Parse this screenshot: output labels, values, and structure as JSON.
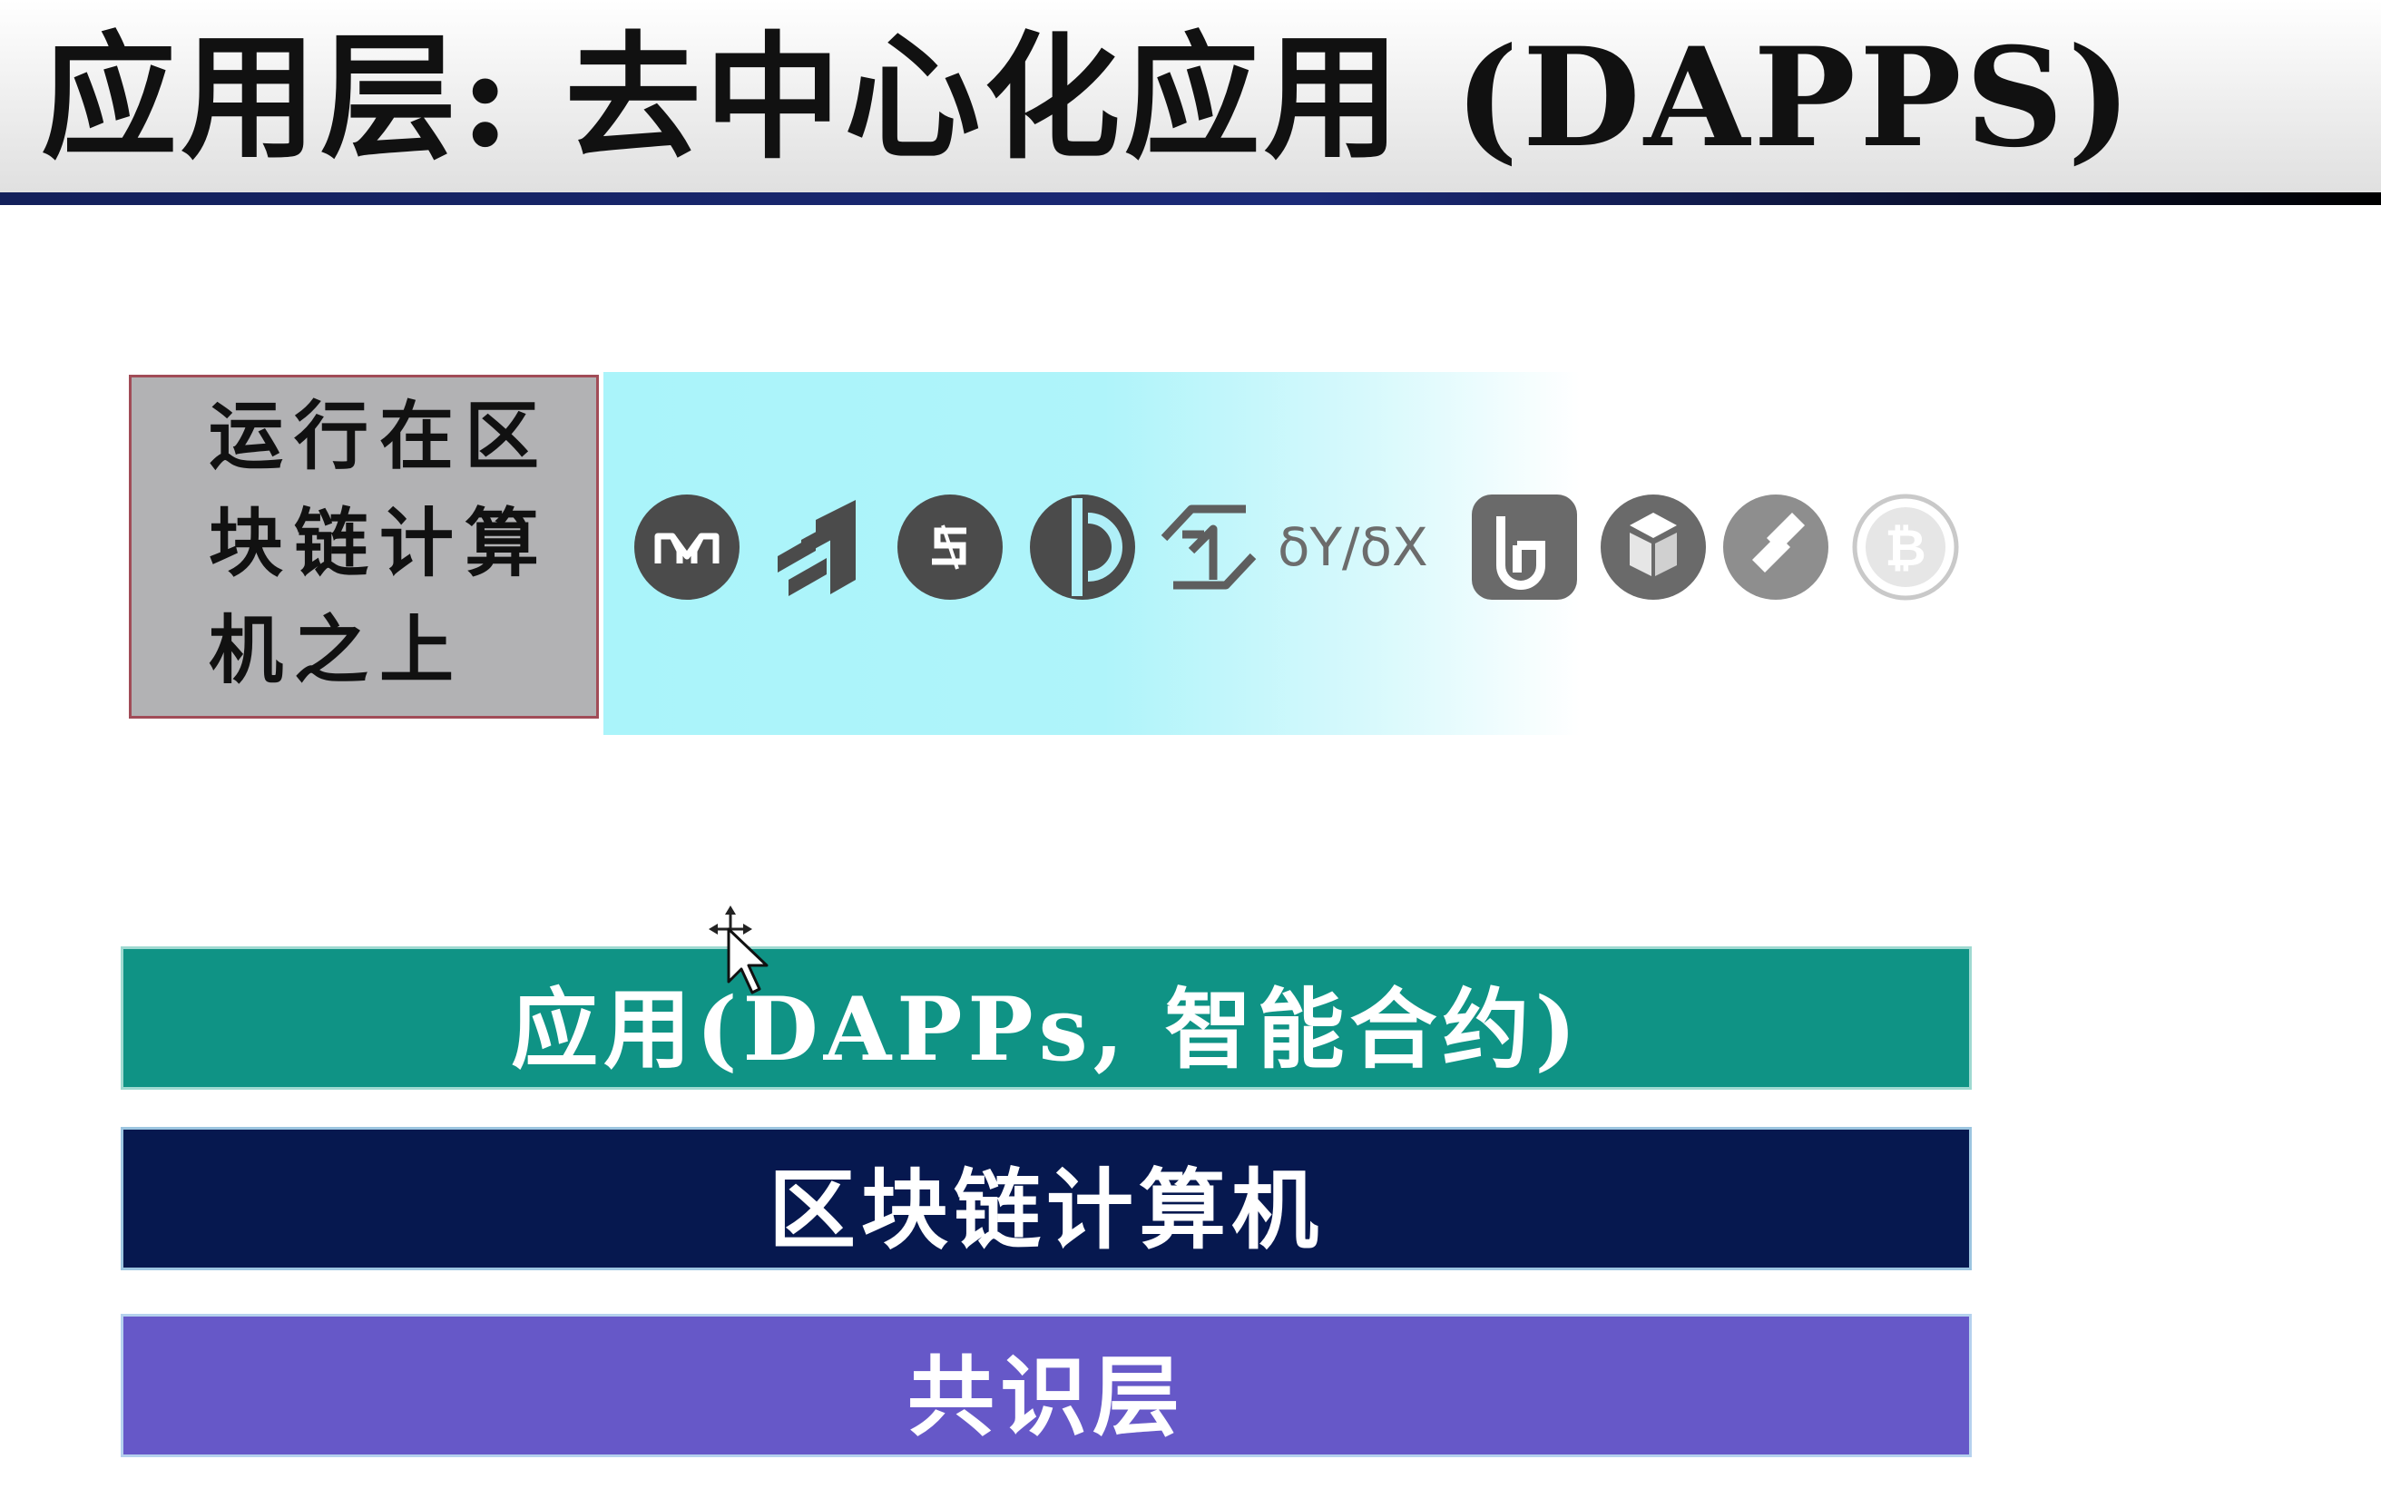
{
  "slide": {
    "title": "应用层: 去中心化应用 (DAPPS)"
  },
  "run_box": {
    "line1": "运行在区",
    "line2": "块链计算",
    "line3": "机之上"
  },
  "dapp_icons": {
    "delta_text": "δY/δX",
    "colors": {
      "dark": "#4b4b4b",
      "mid": "#6a6a6a",
      "light": "#8e8e8e",
      "faint": "#c9c9c9"
    }
  },
  "stack": {
    "app_layer": "应用(DAPPs, 智能合约)",
    "chain_layer": "区块链计算机",
    "consensus_layer": "共识层",
    "colors": {
      "app": "#0f9385",
      "chain": "#06184f",
      "consensus": "#6658c8"
    }
  }
}
